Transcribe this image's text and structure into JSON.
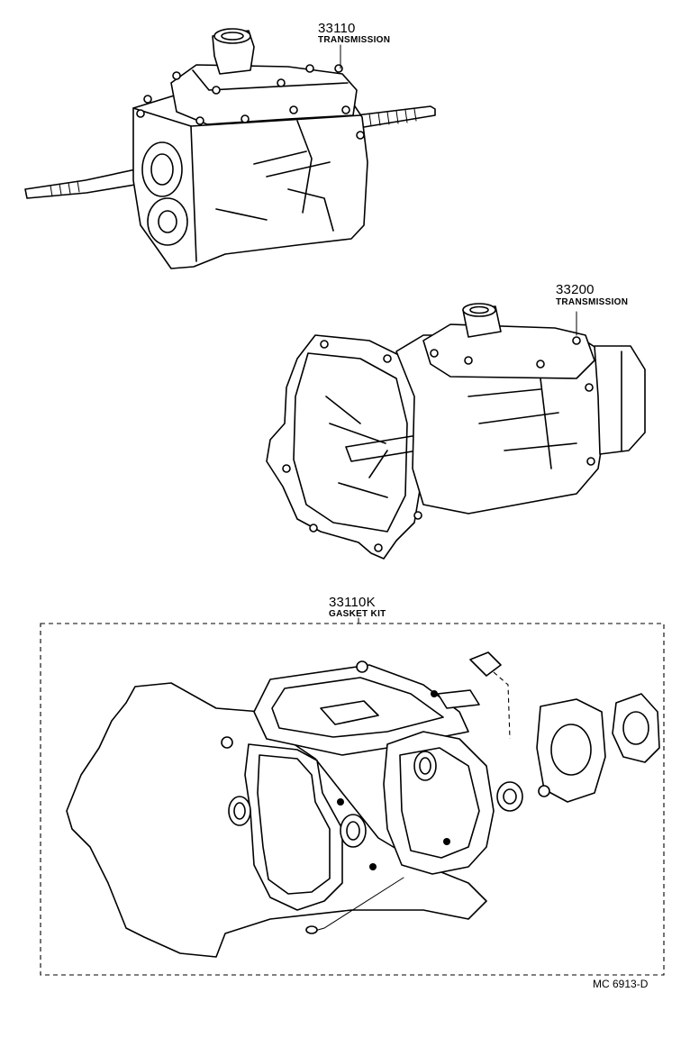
{
  "parts": [
    {
      "number": "33110",
      "name": "TRANSMISSION"
    },
    {
      "number": "33200",
      "name": "TRANSMISSION"
    },
    {
      "number": "33110K",
      "name": "GASKET KIT"
    }
  ],
  "reference": "MC 6913-D"
}
